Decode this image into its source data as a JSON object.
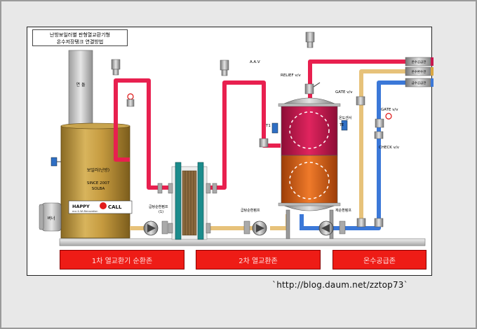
{
  "title_lines": [
    "난방보일러별 판형열교환기형",
    "온수저장탱크 연결방법"
  ],
  "labels": {
    "chimney": "연 돌",
    "boiler_name": "보일러(난방)",
    "boiler_since": "SINCE 2007",
    "boiler_brand": "SOLBA",
    "logo_happy": "HAPPY",
    "logo_call": "CALL",
    "logo_sub": "eco & Wi-Renovation",
    "burner": "버너",
    "aav": "A.A.V",
    "relief": "RELIEF v/v",
    "t1": "T1",
    "sensor": "온도센서",
    "te": "TE",
    "gate1": "GATE v/v",
    "gate2": "GATE v/v",
    "check": "CHECK v/v",
    "pump1": "급탕순환펌프",
    "pump1_num": "(1)",
    "pump2": "급탕순환펌프",
    "pump3": "재순환펌프",
    "out1": "온수공급관",
    "out2": "온수환수관",
    "out3": "급수공급관"
  },
  "zones": [
    "1차 열교환기 순환존",
    "2차 열교환존",
    "온수공급존"
  ],
  "url": "`http://blog.daum.net/zztop73`",
  "colors": {
    "hot": "#e8204f",
    "warm": "#e7c27a",
    "cold": "#3b78d8",
    "tank_top": "#c8184f",
    "tank_bottom": "#e0641a",
    "zone": "#ee1c16"
  }
}
